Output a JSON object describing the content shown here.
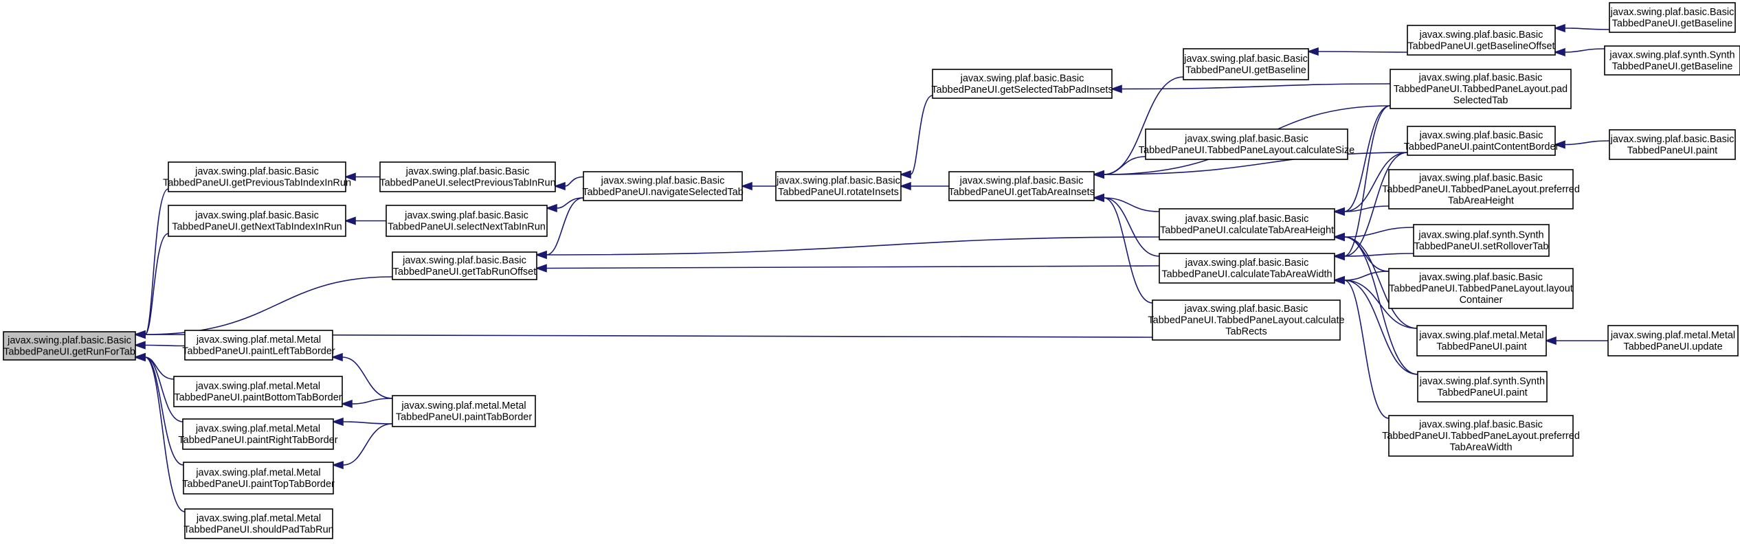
{
  "colors": {
    "edge": "#191970",
    "node_fill": "#ffffff",
    "root_fill": "#bfbfbf",
    "border": "#000000"
  },
  "nodes": [
    {
      "id": "root",
      "lines": [
        "javax.swing.plaf.basic.Basic",
        "TabbedPaneUI.getRunForTab"
      ],
      "root": true
    },
    {
      "id": "getPrevIdx",
      "lines": [
        "javax.swing.plaf.basic.Basic",
        "TabbedPaneUI.getPreviousTabIndexInRun"
      ]
    },
    {
      "id": "getNextIdx",
      "lines": [
        "javax.swing.plaf.basic.Basic",
        "TabbedPaneUI.getNextTabIndexInRun"
      ]
    },
    {
      "id": "getTabRunOffset",
      "lines": [
        "javax.swing.plaf.basic.Basic",
        "TabbedPaneUI.getTabRunOffset"
      ]
    },
    {
      "id": "selPrev",
      "lines": [
        "javax.swing.plaf.basic.Basic",
        "TabbedPaneUI.selectPreviousTabInRun"
      ]
    },
    {
      "id": "selNext",
      "lines": [
        "javax.swing.plaf.basic.Basic",
        "TabbedPaneUI.selectNextTabInRun"
      ]
    },
    {
      "id": "navigate",
      "lines": [
        "javax.swing.plaf.basic.Basic",
        "TabbedPaneUI.navigateSelectedTab"
      ]
    },
    {
      "id": "rotate",
      "lines": [
        "javax.swing.plaf.basic.Basic",
        "TabbedPaneUI.rotateInsets"
      ]
    },
    {
      "id": "getSelPad",
      "lines": [
        "javax.swing.plaf.basic.Basic",
        "TabbedPaneUI.getSelectedTabPadInsets"
      ]
    },
    {
      "id": "getTabAreaInsets",
      "lines": [
        "javax.swing.plaf.basic.Basic",
        "TabbedPaneUI.getTabAreaInsets"
      ]
    },
    {
      "id": "getBaseline1",
      "lines": [
        "javax.swing.plaf.basic.Basic",
        "TabbedPaneUI.getBaseline"
      ]
    },
    {
      "id": "calcSize",
      "lines": [
        "javax.swing.plaf.basic.Basic",
        "TabbedPaneUI.TabbedPaneLayout.calculateSize"
      ]
    },
    {
      "id": "calcHeight",
      "lines": [
        "javax.swing.plaf.basic.Basic",
        "TabbedPaneUI.calculateTabAreaHeight"
      ]
    },
    {
      "id": "calcWidth",
      "lines": [
        "javax.swing.plaf.basic.Basic",
        "TabbedPaneUI.calculateTabAreaWidth"
      ]
    },
    {
      "id": "calcRects",
      "lines": [
        "javax.swing.plaf.basic.Basic",
        "TabbedPaneUI.TabbedPaneLayout.calculate",
        "TabRects"
      ]
    },
    {
      "id": "getBaselineOffset",
      "lines": [
        "javax.swing.plaf.basic.Basic",
        "TabbedPaneUI.getBaselineOffset"
      ]
    },
    {
      "id": "padSelected",
      "lines": [
        "javax.swing.plaf.basic.Basic",
        "TabbedPaneUI.TabbedPaneLayout.pad",
        "SelectedTab"
      ]
    },
    {
      "id": "paintContent",
      "lines": [
        "javax.swing.plaf.basic.Basic",
        "TabbedPaneUI.paintContentBorder"
      ]
    },
    {
      "id": "prefHeight",
      "lines": [
        "javax.swing.plaf.basic.Basic",
        "TabbedPaneUI.TabbedPaneLayout.preferred",
        "TabAreaHeight"
      ]
    },
    {
      "id": "setRollover",
      "lines": [
        "javax.swing.plaf.synth.Synth",
        "TabbedPaneUI.setRolloverTab"
      ]
    },
    {
      "id": "layoutContainer",
      "lines": [
        "javax.swing.plaf.basic.Basic",
        "TabbedPaneUI.TabbedPaneLayout.layout",
        "Container"
      ]
    },
    {
      "id": "metalPaint",
      "lines": [
        "javax.swing.plaf.metal.Metal",
        "TabbedPaneUI.paint"
      ]
    },
    {
      "id": "synthPaint",
      "lines": [
        "javax.swing.plaf.synth.Synth",
        "TabbedPaneUI.paint"
      ]
    },
    {
      "id": "prefWidth",
      "lines": [
        "javax.swing.plaf.basic.Basic",
        "TabbedPaneUI.TabbedPaneLayout.preferred",
        "TabAreaWidth"
      ]
    },
    {
      "id": "basicGetBaseline",
      "lines": [
        "javax.swing.plaf.basic.Basic",
        "TabbedPaneUI.getBaseline"
      ]
    },
    {
      "id": "synthGetBaseline",
      "lines": [
        "javax.swing.plaf.synth.Synth",
        "TabbedPaneUI.getBaseline"
      ]
    },
    {
      "id": "basicPaint",
      "lines": [
        "javax.swing.plaf.basic.Basic",
        "TabbedPaneUI.paint"
      ]
    },
    {
      "id": "metalUpdate",
      "lines": [
        "javax.swing.plaf.metal.Metal",
        "TabbedPaneUI.update"
      ]
    },
    {
      "id": "paintLeft",
      "lines": [
        "javax.swing.plaf.metal.Metal",
        "TabbedPaneUI.paintLeftTabBorder"
      ]
    },
    {
      "id": "paintBottom",
      "lines": [
        "javax.swing.plaf.metal.Metal",
        "TabbedPaneUI.paintBottomTabBorder"
      ]
    },
    {
      "id": "paintRight",
      "lines": [
        "javax.swing.plaf.metal.Metal",
        "TabbedPaneUI.paintRightTabBorder"
      ]
    },
    {
      "id": "paintTop",
      "lines": [
        "javax.swing.plaf.metal.Metal",
        "TabbedPaneUI.paintTopTabBorder"
      ]
    },
    {
      "id": "shouldPad",
      "lines": [
        "javax.swing.plaf.metal.Metal",
        "TabbedPaneUI.shouldPadTabRun"
      ]
    },
    {
      "id": "paintTabBorder",
      "lines": [
        "javax.swing.plaf.metal.Metal",
        "TabbedPaneUI.paintTabBorder"
      ]
    }
  ],
  "edges": [
    {
      "from": "getPrevIdx",
      "to": "root"
    },
    {
      "from": "getNextIdx",
      "to": "root"
    },
    {
      "from": "getTabRunOffset",
      "to": "root"
    },
    {
      "from": "calcRects",
      "to": "root"
    },
    {
      "from": "paintLeft",
      "to": "root"
    },
    {
      "from": "paintBottom",
      "to": "root"
    },
    {
      "from": "paintRight",
      "to": "root"
    },
    {
      "from": "paintTop",
      "to": "root"
    },
    {
      "from": "shouldPad",
      "to": "root"
    },
    {
      "from": "selPrev",
      "to": "getPrevIdx"
    },
    {
      "from": "selNext",
      "to": "getNextIdx"
    },
    {
      "from": "navigate",
      "to": "selPrev"
    },
    {
      "from": "navigate",
      "to": "selNext"
    },
    {
      "from": "navigate",
      "to": "getTabRunOffset"
    },
    {
      "from": "calcHeight",
      "to": "getTabRunOffset"
    },
    {
      "from": "calcWidth",
      "to": "getTabRunOffset"
    },
    {
      "from": "rotate",
      "to": "navigate"
    },
    {
      "from": "getSelPad",
      "to": "rotate"
    },
    {
      "from": "getTabAreaInsets",
      "to": "rotate"
    },
    {
      "from": "padSelected",
      "to": "getSelPad"
    },
    {
      "from": "getBaseline1",
      "to": "getTabAreaInsets"
    },
    {
      "from": "calcSize",
      "to": "getTabAreaInsets"
    },
    {
      "from": "calcHeight",
      "to": "getTabAreaInsets"
    },
    {
      "from": "calcWidth",
      "to": "getTabAreaInsets"
    },
    {
      "from": "calcRects",
      "to": "getTabAreaInsets"
    },
    {
      "from": "padSelected",
      "to": "getTabAreaInsets"
    },
    {
      "from": "paintContent",
      "to": "getTabAreaInsets"
    },
    {
      "from": "getBaselineOffset",
      "to": "getBaseline1"
    },
    {
      "from": "basicGetBaseline",
      "to": "getBaselineOffset"
    },
    {
      "from": "synthGetBaseline",
      "to": "getBaselineOffset"
    },
    {
      "from": "basicPaint",
      "to": "paintContent"
    },
    {
      "from": "padSelected",
      "to": "calcHeight"
    },
    {
      "from": "paintContent",
      "to": "calcHeight"
    },
    {
      "from": "prefHeight",
      "to": "calcHeight"
    },
    {
      "from": "setRollover",
      "to": "calcHeight"
    },
    {
      "from": "layoutContainer",
      "to": "calcHeight"
    },
    {
      "from": "metalPaint",
      "to": "calcHeight"
    },
    {
      "from": "synthPaint",
      "to": "calcHeight"
    },
    {
      "from": "padSelected",
      "to": "calcWidth"
    },
    {
      "from": "paintContent",
      "to": "calcWidth"
    },
    {
      "from": "setRollover",
      "to": "calcWidth"
    },
    {
      "from": "layoutContainer",
      "to": "calcWidth"
    },
    {
      "from": "metalPaint",
      "to": "calcWidth"
    },
    {
      "from": "synthPaint",
      "to": "calcWidth"
    },
    {
      "from": "prefWidth",
      "to": "calcWidth"
    },
    {
      "from": "metalUpdate",
      "to": "metalPaint"
    },
    {
      "from": "paintTabBorder",
      "to": "paintLeft"
    },
    {
      "from": "paintTabBorder",
      "to": "paintBottom"
    },
    {
      "from": "paintTabBorder",
      "to": "paintRight"
    },
    {
      "from": "paintTabBorder",
      "to": "paintTop"
    }
  ]
}
